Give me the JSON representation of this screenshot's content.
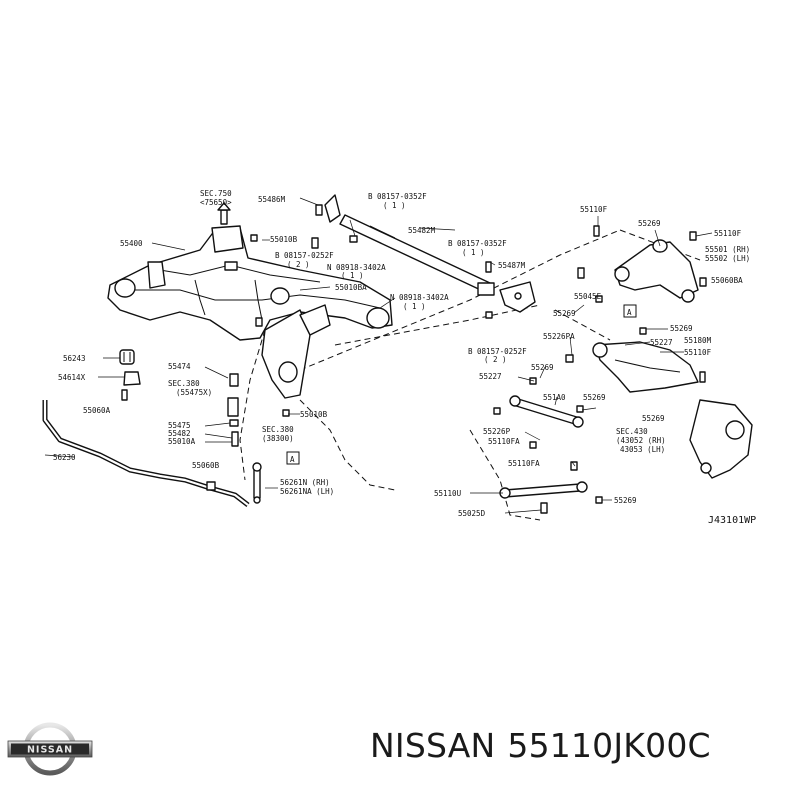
{
  "brand": "NISSAN",
  "part_number": "55110JK00C",
  "diagram_code": "J43101WP",
  "labels": {
    "sec750": "SEC.750",
    "sec750_ref": "<75650>",
    "l_55400": "55400",
    "l_55010B_a": "55010B",
    "l_55486M": "55486M",
    "l_08157_0352F_a": "B 08157-0352F",
    "l_qty1_a": "( 1 )",
    "l_08157_0252F_a": "B 08157-0252F",
    "l_qty2_a": "( 2 )",
    "l_08918_3402A_a": "N 08918-3402A",
    "l_qty1_b": "( 1 )",
    "l_55482M": "55482M",
    "l_08157_0352F_b": "B 08157-0352F",
    "l_qty1_c": "( 1 )",
    "l_55487M": "55487M",
    "l_55010BA": "55010BA",
    "l_08918_3402A_b": "N 08918-3402A",
    "l_qty1_d": "( 1 )",
    "l_56243": "56243",
    "l_54614X": "54614X",
    "l_55060A_a": "55060A",
    "l_55474": "55474",
    "l_sec380_a": "SEC.380",
    "l_sec380_a_ref": "(55475X)",
    "l_55475": "55475",
    "l_55482": "55482",
    "l_55010A": "55010A",
    "l_55010B_b": "55010B",
    "l_sec380_b": "SEC.380",
    "l_sec380_b_ref": "(38300)",
    "l_56230": "56230",
    "l_55060B": "55060B",
    "l_56261N": "56261N (RH)",
    "l_56261NA": "56261NA (LH)",
    "l_box_a_left": "A",
    "l_55110F_top": "55110F",
    "l_55269_top": "55269",
    "l_55110F_r": "55110F",
    "l_55501": "55501 (RH)",
    "l_55502": "55502 (LH)",
    "l_55060BA": "55060BA",
    "l_55269_mid": "55269",
    "l_55045E": "55045E",
    "l_box_a_right": "A",
    "l_55269_r2": "55269",
    "l_55226PA": "55226PA",
    "l_55227_r": "55227",
    "l_55180M": "55180M",
    "l_55110F_r2": "55110F",
    "l_08157_0252F_b": "B 08157-0252F",
    "l_qty2_b": "( 2 )",
    "l_55269_c": "55269",
    "l_55227_l": "55227",
    "l_551A0": "551A0",
    "l_55269_d": "55269",
    "l_55226P": "55226P",
    "l_55110FA_a": "55110FA",
    "l_sec430": "SEC.430",
    "l_43052": "(43052 (RH)",
    "l_43053": "43053 (LH)",
    "l_55269_e": "55269",
    "l_55110FA_b": "55110FA",
    "l_55110U": "55110U",
    "l_55269_f": "55269",
    "l_55025D": "55025D"
  }
}
